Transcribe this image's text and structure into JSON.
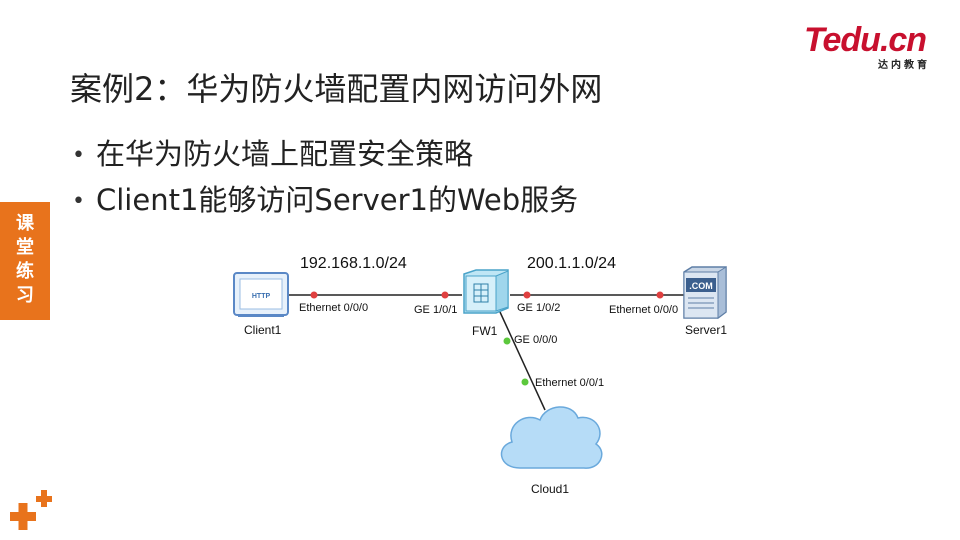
{
  "logo": {
    "brand_main": "Tedu",
    "brand_suffix": ".cn",
    "sub": "达内教育"
  },
  "title": "案例2：华为防火墙配置内网访问外网",
  "bullets": [
    "在华为防火墙上配置安全策略",
    "Client1能够访问Server1的Web服务"
  ],
  "side_tag": [
    "课",
    "堂",
    "练",
    "习"
  ],
  "diagram": {
    "networks": {
      "left": "192.168.1.0/24",
      "right": "200.1.1.0/24"
    },
    "devices": {
      "client": {
        "name": "Client1",
        "icon_text": "HTTP"
      },
      "firewall": {
        "name": "FW1"
      },
      "server": {
        "name": "Server1",
        "icon_text": ".COM"
      },
      "cloud": {
        "name": "Cloud1"
      }
    },
    "ports": {
      "client_eth": "Ethernet 0/0/0",
      "fw_ge101": "GE 1/0/1",
      "fw_ge102": "GE 1/0/2",
      "server_eth": "Ethernet 0/0/0",
      "fw_ge000": "GE 0/0/0",
      "cloud_eth": "Ethernet 0/0/1"
    },
    "colors": {
      "link": "#222222",
      "port_down": "#e04040",
      "port_up": "#5cc83c",
      "accent": "#e8731c",
      "brand": "#c8102e"
    }
  }
}
